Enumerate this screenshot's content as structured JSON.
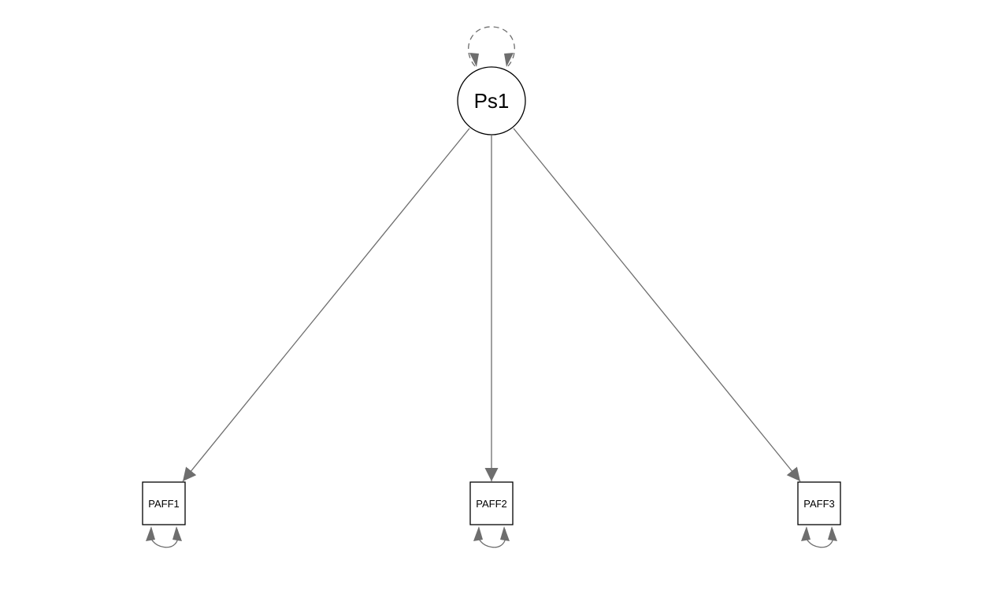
{
  "diagram": {
    "latent": {
      "label": "Ps1"
    },
    "indicators": [
      {
        "label": "PAFF1"
      },
      {
        "label": "PAFF2"
      },
      {
        "label": "PAFF3"
      }
    ],
    "colors": {
      "edge": "#6e6e6e",
      "node_stroke": "#000000",
      "background": "#ffffff"
    }
  }
}
